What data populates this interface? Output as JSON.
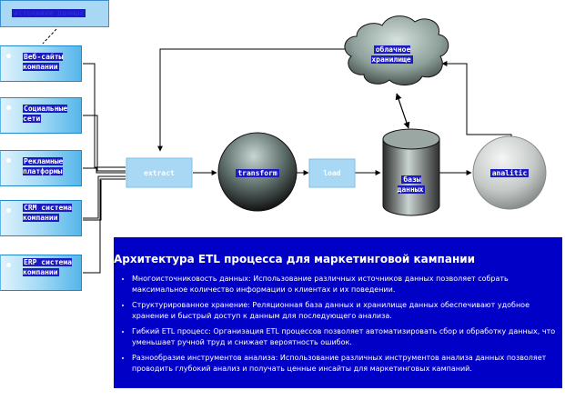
{
  "diagram": {
    "top_label": "источники данных",
    "sources": [
      {
        "label": "Веб-сайты компании"
      },
      {
        "label": "Социальные сети"
      },
      {
        "label": "Рекламные платформы"
      },
      {
        "label": "CRM система компании"
      },
      {
        "label": "ERP система компании"
      }
    ],
    "nodes": {
      "extract": "extract",
      "transform": "transform",
      "load": "load",
      "database": "базы данных",
      "cloud": "облачное хранилище",
      "analytics": "analitic"
    }
  },
  "info": {
    "title": "Архитектура ETL процесса для маркетинговой кампании",
    "items": [
      {
        "heading": "Многоисточниковость данных:",
        "text": " Использование различных источников данных позволяет собрать максимальное количество информации о клиентах и их поведении."
      },
      {
        "heading": "Структурированное хранение:",
        "text": " Реляционная база данных и хранилище данных обеспечивают удобное хранение и быстрый доступ к данным для последующего анализа."
      },
      {
        "heading": "Гибкий ETL процесс:",
        "text": " Организация ETL процессов позволяет автоматизировать сбор и обработку данных, что уменьшает ручной труд и снижает вероятность ошибок."
      },
      {
        "heading": "Разнообразие инструментов анализа:",
        "text": " Использование различных инструментов анализа данных позволяет проводить глубокий анализ и получать ценные инсайты для маркетинговых кампаний."
      }
    ]
  }
}
